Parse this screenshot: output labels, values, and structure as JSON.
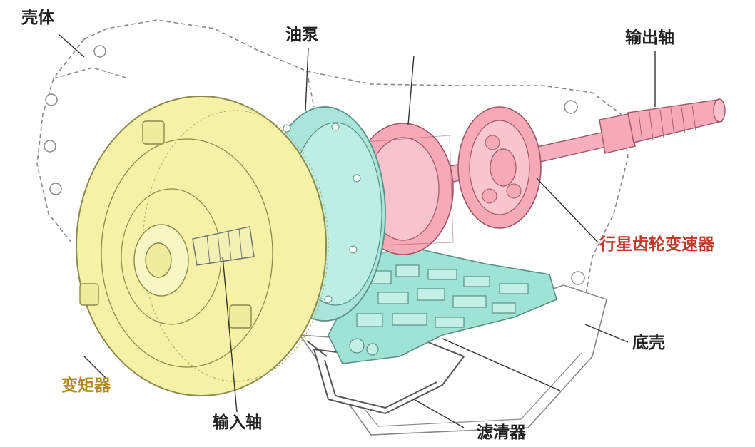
{
  "labels": {
    "housing": "壳体",
    "oil_pump": "油泵",
    "output_shaft": "输出轴",
    "planetary_gearset": "行星齿轮变速器",
    "oil_pan": "底壳",
    "torque_converter": "变矩器",
    "input_shaft": "输入轴",
    "filter": "滤清器"
  },
  "colors": {
    "torque_converter": "#f5f2a8",
    "oil_pump": "#a9e6d9",
    "valve_body": "#9fe3d4",
    "planetary": "#f6a9b6",
    "outline": "#6e6e6e",
    "highlight_label_tc": "#b08a1e",
    "highlight_label_pg": "#c0392b"
  }
}
